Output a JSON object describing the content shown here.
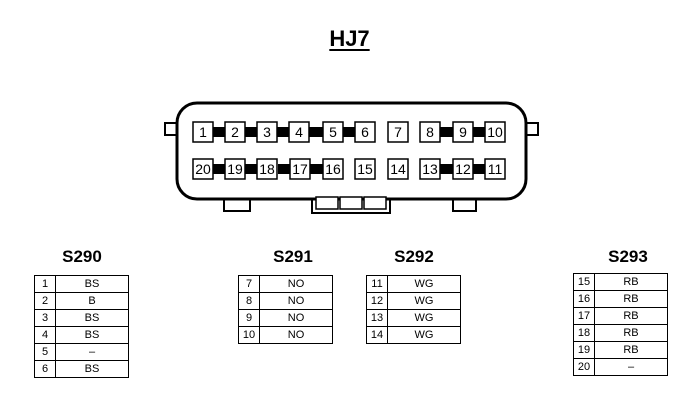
{
  "connector": {
    "title": "HJ7",
    "top_row": [
      "1",
      "2",
      "3",
      "4",
      "5",
      "6",
      "7",
      "8",
      "9",
      "10"
    ],
    "bottom_row": [
      "20",
      "19",
      "18",
      "17",
      "16",
      "15",
      "14",
      "13",
      "12",
      "11"
    ]
  },
  "tables": [
    {
      "title": "S290",
      "rows": [
        {
          "pin": "1",
          "wire": "BS"
        },
        {
          "pin": "2",
          "wire": "B"
        },
        {
          "pin": "3",
          "wire": "BS"
        },
        {
          "pin": "4",
          "wire": "BS"
        },
        {
          "pin": "5",
          "wire": "–"
        },
        {
          "pin": "6",
          "wire": "BS"
        }
      ]
    },
    {
      "title": "S291",
      "rows": [
        {
          "pin": "7",
          "wire": "NO"
        },
        {
          "pin": "8",
          "wire": "NO"
        },
        {
          "pin": "9",
          "wire": "NO"
        },
        {
          "pin": "10",
          "wire": "NO"
        }
      ]
    },
    {
      "title": "S292",
      "rows": [
        {
          "pin": "11",
          "wire": "WG"
        },
        {
          "pin": "12",
          "wire": "WG"
        },
        {
          "pin": "13",
          "wire": "WG"
        },
        {
          "pin": "14",
          "wire": "WG"
        }
      ]
    },
    {
      "title": "S293",
      "rows": [
        {
          "pin": "15",
          "wire": "RB"
        },
        {
          "pin": "16",
          "wire": "RB"
        },
        {
          "pin": "17",
          "wire": "RB"
        },
        {
          "pin": "18",
          "wire": "RB"
        },
        {
          "pin": "19",
          "wire": "RB"
        },
        {
          "pin": "20",
          "wire": "–"
        }
      ]
    }
  ]
}
